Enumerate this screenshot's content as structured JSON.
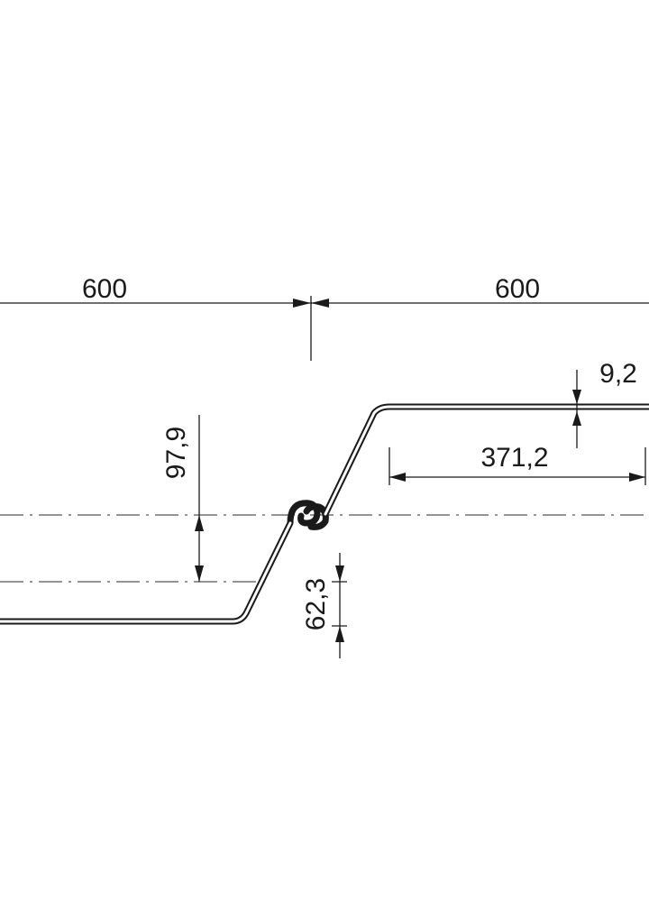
{
  "dimensions": {
    "width_left": "600",
    "width_right": "600",
    "wall_thickness": "9,2",
    "flange_width": "371,2",
    "height_upper": "97,9",
    "height_lower": "62,3"
  }
}
